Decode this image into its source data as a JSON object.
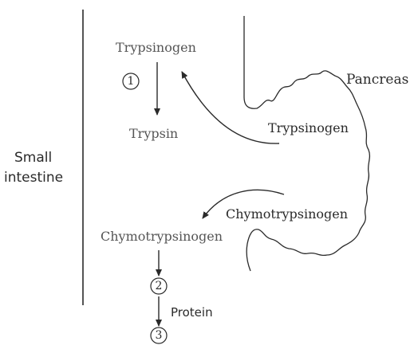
{
  "labels": {
    "pancreas": "Pancreas",
    "small_intestine_line1": "Small",
    "small_intestine_line2": "intestine",
    "trypsinogen_intestine": "Trypsinogen",
    "trypsin": "Trypsin",
    "trypsinogen_pancreas": "Trypsinogen",
    "chymotrypsinogen_pancreas": "Chymotrypsinogen",
    "chymotrypsinogen_intestine": "Chymotrypsinogen",
    "protein": "Protein"
  },
  "steps": [
    "1",
    "2",
    "3"
  ],
  "colors": {
    "ink": "#2a2a2a",
    "background": "#ffffff"
  }
}
